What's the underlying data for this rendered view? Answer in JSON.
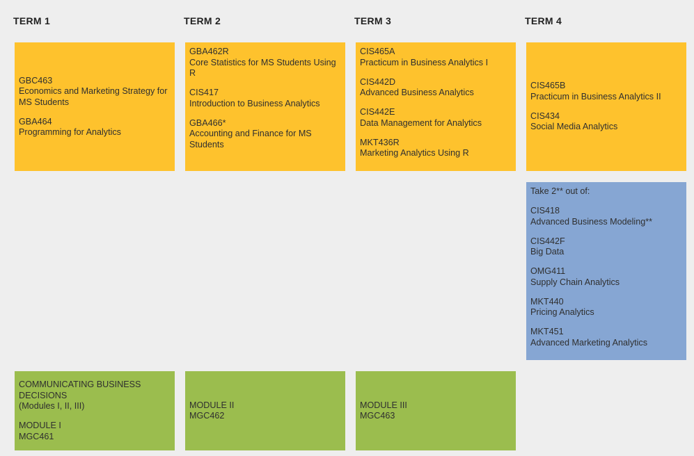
{
  "terms": [
    "TERM 1",
    "TERM 2",
    "TERM 3",
    "TERM 4"
  ],
  "core": [
    {
      "courses": [
        {
          "code": "GBC463",
          "title": "Economics and Marketing Strategy for MS Students"
        },
        {
          "code": "GBA464",
          "title": "Programming for Analytics"
        }
      ]
    },
    {
      "courses": [
        {
          "code": "GBA462R",
          "title": "Core Statistics for MS Students Using R"
        },
        {
          "code": "CIS417",
          "title": "Introduction to Business Analytics"
        },
        {
          "code": "GBA466*",
          "title": "Accounting and Finance for MS Students"
        }
      ]
    },
    {
      "courses": [
        {
          "code": "CIS465A",
          "title": "Practicum in Business Analytics I"
        },
        {
          "code": "CIS442D",
          "title": "Advanced Business Analytics"
        },
        {
          "code": "CIS442E",
          "title": "Data Management for Analytics"
        },
        {
          "code": "MKT436R",
          "title": "Marketing Analytics Using R"
        }
      ]
    },
    {
      "courses": [
        {
          "code": "CIS465B",
          "title": "Practicum in Business Analytics II"
        },
        {
          "code": "CIS434",
          "title": "Social Media Analytics"
        }
      ]
    }
  ],
  "electives": {
    "intro": "Take 2** out of:",
    "courses": [
      {
        "code": "CIS418",
        "title": "Advanced Business Modeling**"
      },
      {
        "code": "CIS442F",
        "title": "Big Data"
      },
      {
        "code": "OMG411",
        "title": "Supply Chain Analytics"
      },
      {
        "code": "MKT440",
        "title": "Pricing Analytics"
      },
      {
        "code": "MKT451",
        "title": "Advanced Marketing Analytics"
      }
    ]
  },
  "communication": [
    {
      "items": [
        {
          "line1": "COMMUNICATING BUSINESS DECISIONS",
          "line2": "(Modules I, II, III)"
        },
        {
          "line1": "MODULE I",
          "line2": "MGC461"
        }
      ]
    },
    {
      "items": [
        {
          "line1": "MODULE II",
          "line2": "MGC462"
        }
      ]
    },
    {
      "items": [
        {
          "line1": "MODULE III",
          "line2": "MGC463"
        }
      ]
    }
  ],
  "colors": {
    "core": "#fec22d",
    "electives": "#86a6d3",
    "communication": "#9bbd4e",
    "background": "#eeeeee"
  }
}
